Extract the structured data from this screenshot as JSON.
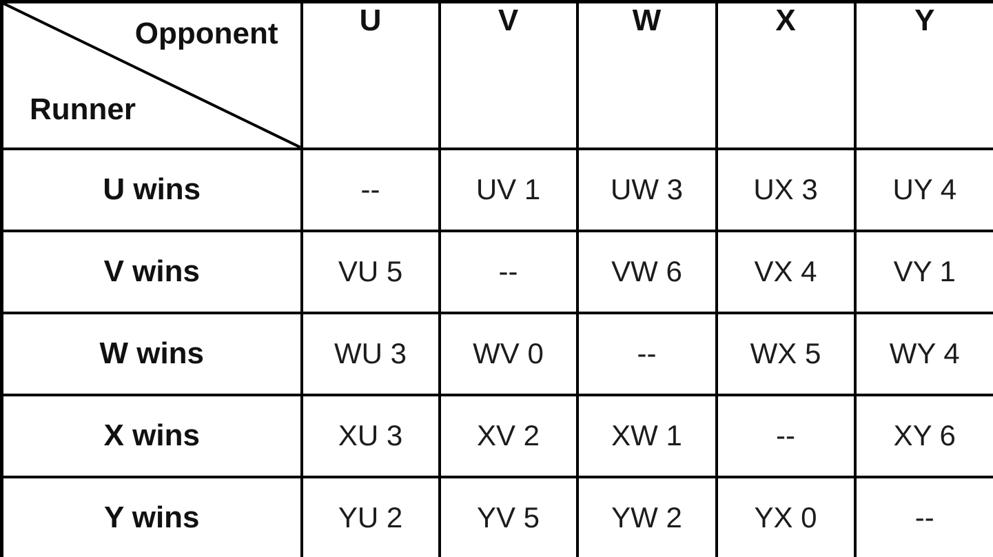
{
  "chart_data": {
    "type": "table",
    "corner": {
      "top_right_label": "Opponent",
      "bottom_left_label": "Runner"
    },
    "columns": [
      "U",
      "V",
      "W",
      "X",
      "Y"
    ],
    "rows": [
      {
        "label": "U wins",
        "cells": [
          "--",
          "UV 1",
          "UW 3",
          "UX 3",
          "UY 4"
        ]
      },
      {
        "label": "V wins",
        "cells": [
          "VU 5",
          "--",
          "VW 6",
          "VX 4",
          "VY 1"
        ]
      },
      {
        "label": "W wins",
        "cells": [
          "WU 3",
          "WV 0",
          "--",
          "WX 5",
          "WY 4"
        ]
      },
      {
        "label": "X wins",
        "cells": [
          "XU 3",
          "XV 2",
          "XW 1",
          "--",
          "XY 6"
        ]
      },
      {
        "label": "Y wins",
        "cells": [
          "YU 2",
          "YV 5",
          "YW 2",
          "YX 0",
          "--"
        ]
      }
    ],
    "colors": {
      "border": "#000000",
      "background": "#ffffff",
      "text": "#111111"
    }
  }
}
